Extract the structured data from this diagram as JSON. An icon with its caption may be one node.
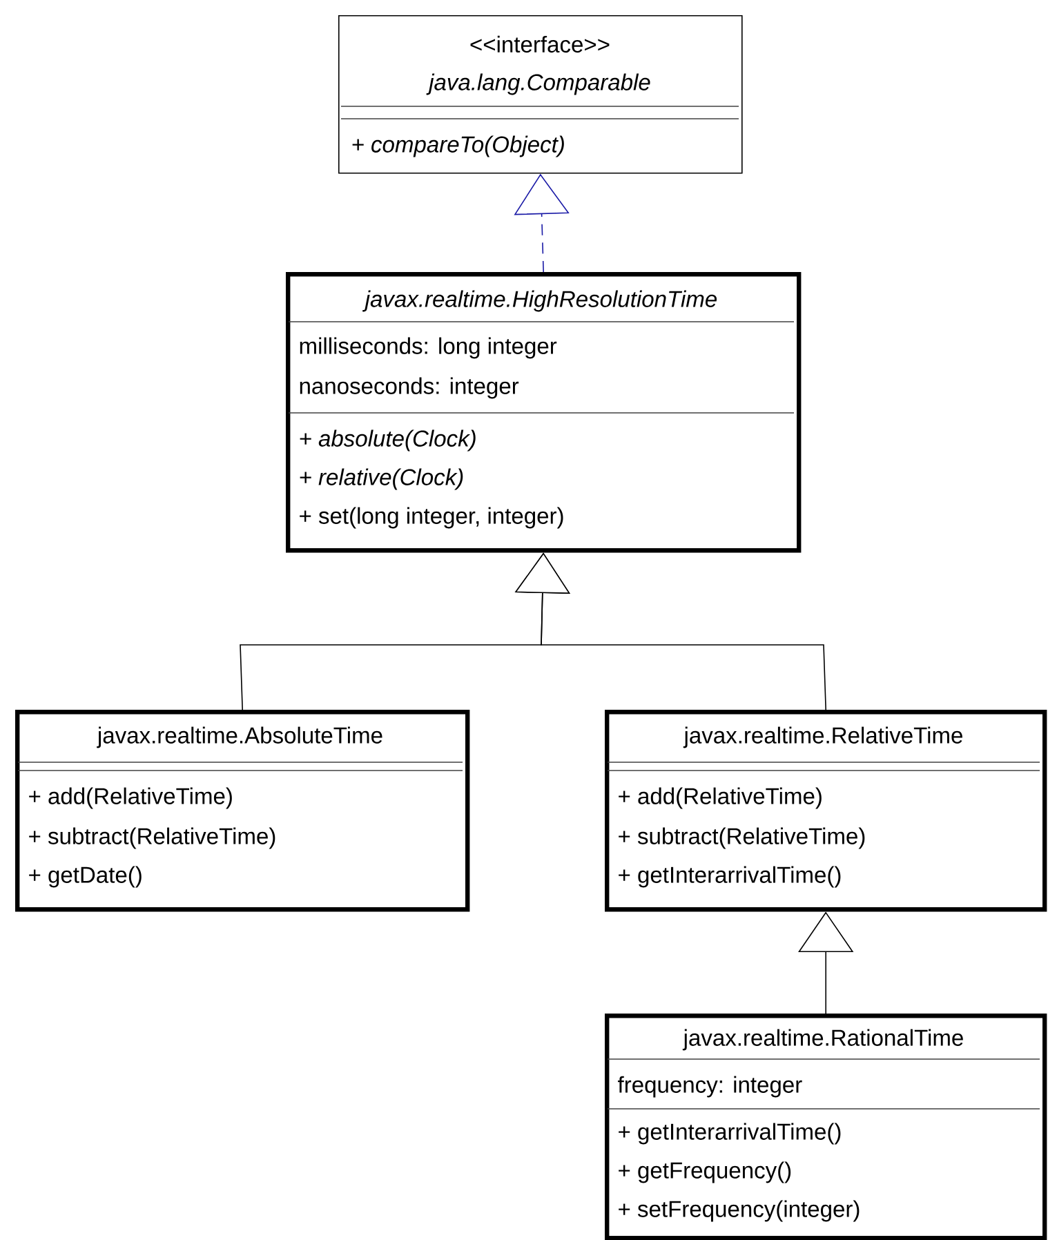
{
  "diagram": {
    "nodes": [
      {
        "text": [
          "<<interface>>",
          "java.lang.Comparable",
          "+ compareTo(Object)"
        ]
      },
      {
        "text": [
          "javax.realtime.HighResolutionTime",
          "milliseconds: long integer",
          "nanoseconds: integer",
          "+ absolute(Clock)",
          "+ relative(Clock)",
          "+ set(long integer, integer)"
        ]
      },
      {
        "text": [
          "javax.realtime.AbsoluteTime",
          "+ add(RelativeTime)",
          "+ subtract(RelativeTime)",
          "+ getDate()"
        ]
      },
      {
        "text": [
          "javax.realtime.RelativeTime",
          "+ add(RelativeTime)",
          "+ subtract(RelativeTime)",
          "+ getInterarrivalTime()"
        ]
      },
      {
        "text": [
          "javax.realtime.RationalTime",
          "frequency: integer",
          "+ getInterarrivalTime()",
          "+ getFrequency()",
          "+ setFrequency(integer)"
        ]
      }
    ],
    "edges": [
      {
        "from": 1,
        "to": 0,
        "arrow": "to",
        "style": "dashed",
        "color": "#1a1aa6"
      },
      {
        "from": 2,
        "to": 1,
        "arrow": "to"
      },
      {
        "from": 3,
        "to": 1,
        "arrow": "to"
      },
      {
        "from": 4,
        "to": 3,
        "arrow": "to"
      }
    ]
  }
}
